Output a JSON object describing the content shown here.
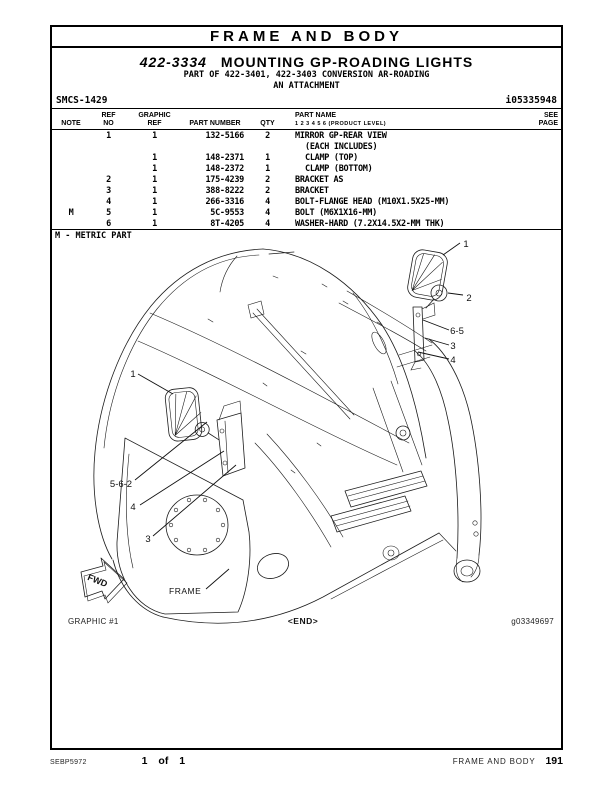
{
  "header": {
    "section_title": "FRAME AND BODY"
  },
  "title_block": {
    "part_number": "422-3334",
    "title": "MOUNTING GP-ROADING LIGHTS",
    "subtitle": "PART OF 422-3401, 422-3403 CONVERSION AR-ROADING",
    "attachment_note": "AN ATTACHMENT",
    "smcs_code": "SMCS-1429",
    "doc_id": "i05335948"
  },
  "parts_table": {
    "headers": {
      "note": "NOTE",
      "ref_line1": "REF",
      "ref_line2": "NO",
      "graphic_line1": "GRAPHIC",
      "graphic_line2": "REF",
      "part_number": "PART NUMBER",
      "qty": "QTY",
      "part_name": "PART NAME",
      "product_level": "1  2  3  4  5  6  (PRODUCT LEVEL)",
      "see_line1": "SEE",
      "see_line2": "PAGE"
    },
    "rows": [
      {
        "note": "",
        "ref_no": "1",
        "graphic_ref": "1",
        "part_number": "132-5166",
        "qty": "2",
        "part_name": "MIRROR GP-REAR VIEW",
        "indent": 0
      },
      {
        "note": "",
        "ref_no": "",
        "graphic_ref": "",
        "part_number": "",
        "qty": "",
        "part_name": "(EACH INCLUDES)",
        "indent": 1
      },
      {
        "note": "",
        "ref_no": "",
        "graphic_ref": "1",
        "part_number": "148-2371",
        "qty": "1",
        "part_name": "CLAMP (TOP)",
        "indent": 1
      },
      {
        "note": "",
        "ref_no": "",
        "graphic_ref": "1",
        "part_number": "148-2372",
        "qty": "1",
        "part_name": "CLAMP (BOTTOM)",
        "indent": 1
      },
      {
        "note": "",
        "ref_no": "2",
        "graphic_ref": "1",
        "part_number": "175-4239",
        "qty": "2",
        "part_name": "BRACKET AS",
        "indent": 0
      },
      {
        "note": "",
        "ref_no": "3",
        "graphic_ref": "1",
        "part_number": "388-8222",
        "qty": "2",
        "part_name": "BRACKET",
        "indent": 0
      },
      {
        "note": "",
        "ref_no": "4",
        "graphic_ref": "1",
        "part_number": "266-3316",
        "qty": "4",
        "part_name": "BOLT-FLANGE HEAD (M10X1.5X25-MM)",
        "indent": 0
      },
      {
        "note": "M",
        "ref_no": "5",
        "graphic_ref": "1",
        "part_number": "5C-9553",
        "qty": "4",
        "part_name": "BOLT (M6X1X16-MM)",
        "indent": 0
      },
      {
        "note": "",
        "ref_no": "6",
        "graphic_ref": "1",
        "part_number": "8T-4205",
        "qty": "4",
        "part_name": "WASHER-HARD (7.2X14.5X2-MM THK)",
        "indent": 0
      }
    ],
    "metric_note": "M - METRIC PART"
  },
  "graphic": {
    "callouts": {
      "right_1": "1",
      "right_2": "2",
      "right_65": "6-5",
      "right_3": "3",
      "right_4": "4",
      "left_1": "1",
      "left_562": "5-6-2",
      "left_4": "4",
      "left_3": "3"
    },
    "fwd_label": "FWD",
    "frame_label": "FRAME",
    "graphic_label": "GRAPHIC #1",
    "end_label": "<END>",
    "graphic_id": "g03349697"
  },
  "footer": {
    "doc_code": "SEBP5972",
    "page_indicator": "1 of 1",
    "section": "FRAME AND BODY",
    "page_number": "191"
  }
}
